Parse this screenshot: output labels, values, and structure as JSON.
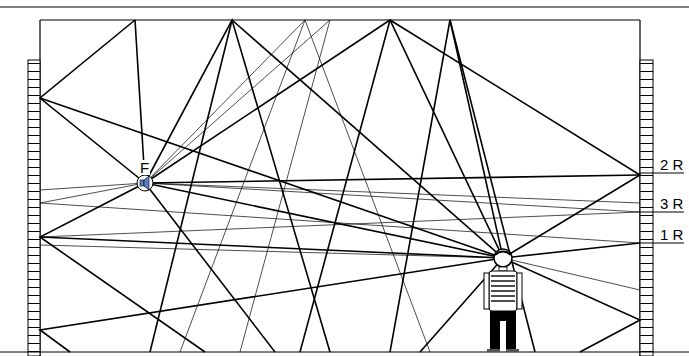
{
  "diagram": {
    "labels": [
      "F",
      "2 R",
      "3 R",
      "1 R"
    ]
  }
}
